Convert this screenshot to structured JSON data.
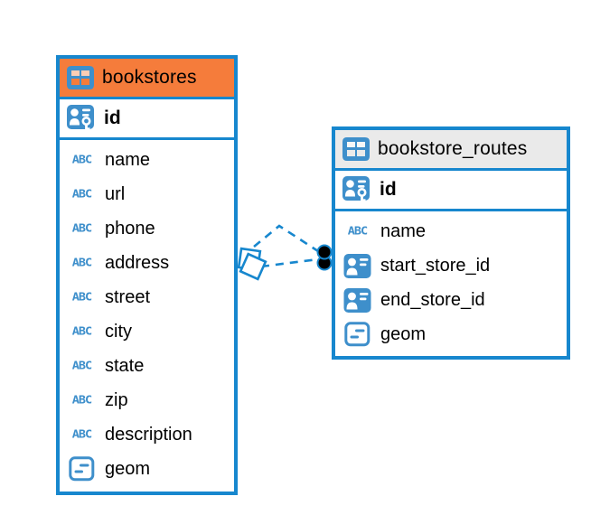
{
  "app": {
    "view": "database-er-diagram"
  },
  "colors": {
    "table_border_blue": "#1787CE",
    "icon_blue": "#3E8FCB",
    "bookstores_header_orange": "#F57C3B",
    "routes_header_gray": "#EAEAEA",
    "relationship_line_blue": "#1787CE",
    "endpoint_dot_black": "#000000",
    "background": "#FFFFFF"
  },
  "icons": {
    "text_type_label": "ABC",
    "table_icon": "table-grid",
    "primary_key_icon": "person-with-key",
    "reference_icon": "person-card",
    "geometry_icon": "geometry-lines"
  },
  "left_table": {
    "title": "bookstores",
    "primary_key": {
      "name": "id"
    },
    "columns": [
      {
        "name": "name",
        "type": "text"
      },
      {
        "name": "url",
        "type": "text"
      },
      {
        "name": "phone",
        "type": "text"
      },
      {
        "name": "address",
        "type": "text"
      },
      {
        "name": "street",
        "type": "text"
      },
      {
        "name": "city",
        "type": "text"
      },
      {
        "name": "state",
        "type": "text"
      },
      {
        "name": "zip",
        "type": "text"
      },
      {
        "name": "description",
        "type": "text"
      },
      {
        "name": "geom",
        "type": "geometry"
      }
    ]
  },
  "right_table": {
    "title": "bookstore_routes",
    "primary_key": {
      "name": "id"
    },
    "columns": [
      {
        "name": "name",
        "type": "text"
      },
      {
        "name": "start_store_id",
        "type": "reference"
      },
      {
        "name": "end_store_id",
        "type": "reference"
      },
      {
        "name": "geom",
        "type": "geometry"
      }
    ]
  },
  "relationships": [
    {
      "from_table": "bookstores",
      "to_table": "bookstore_routes",
      "style": "dashed"
    },
    {
      "from_table": "bookstores",
      "to_table": "bookstore_routes",
      "style": "dashed"
    }
  ]
}
